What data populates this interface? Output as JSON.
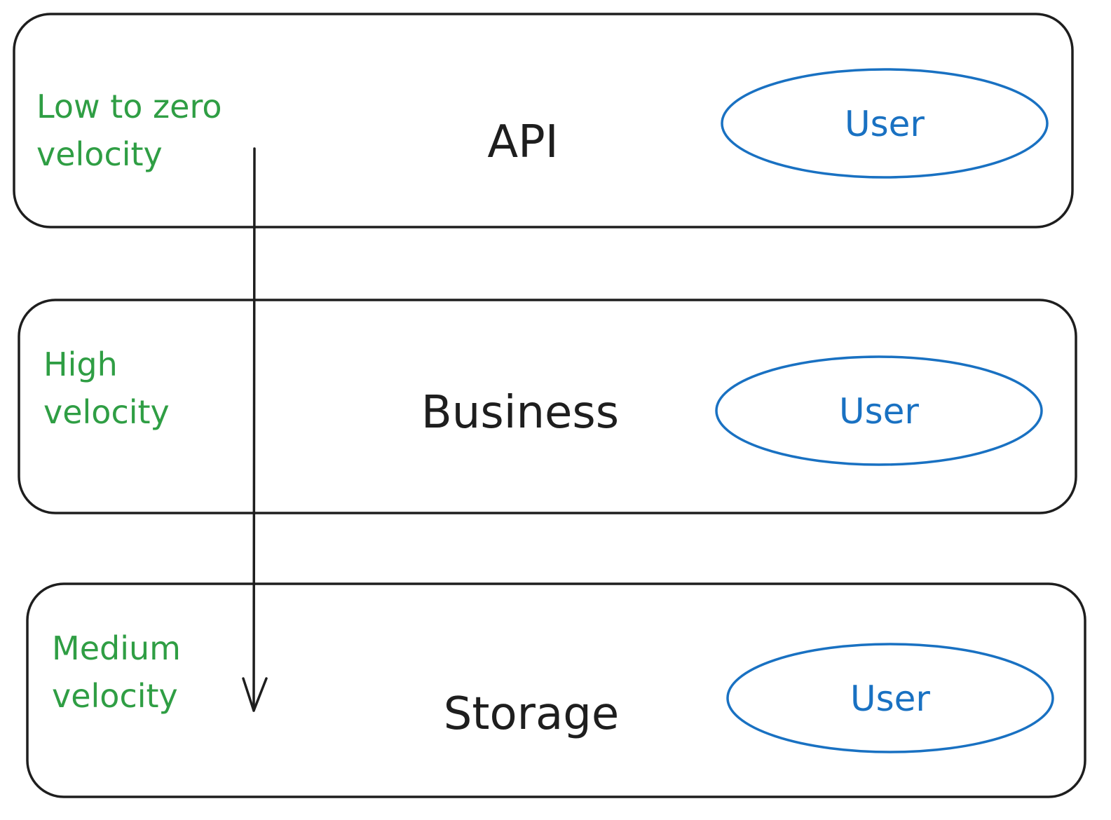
{
  "colors": {
    "ink": "#1e1e1e",
    "user": "#1971c2",
    "velocity": "#2f9e44",
    "background": "#ffffff"
  },
  "layers": [
    {
      "title": "API",
      "velocity_line1": "Low to zero",
      "velocity_line2": "velocity",
      "user_label": "User"
    },
    {
      "title": "Business",
      "velocity_line1": "High",
      "velocity_line2": "velocity",
      "user_label": "User"
    },
    {
      "title": "Storage",
      "velocity_line1": "Medium",
      "velocity_line2": "velocity",
      "user_label": "User"
    }
  ],
  "flow_arrow": {
    "direction": "down"
  }
}
